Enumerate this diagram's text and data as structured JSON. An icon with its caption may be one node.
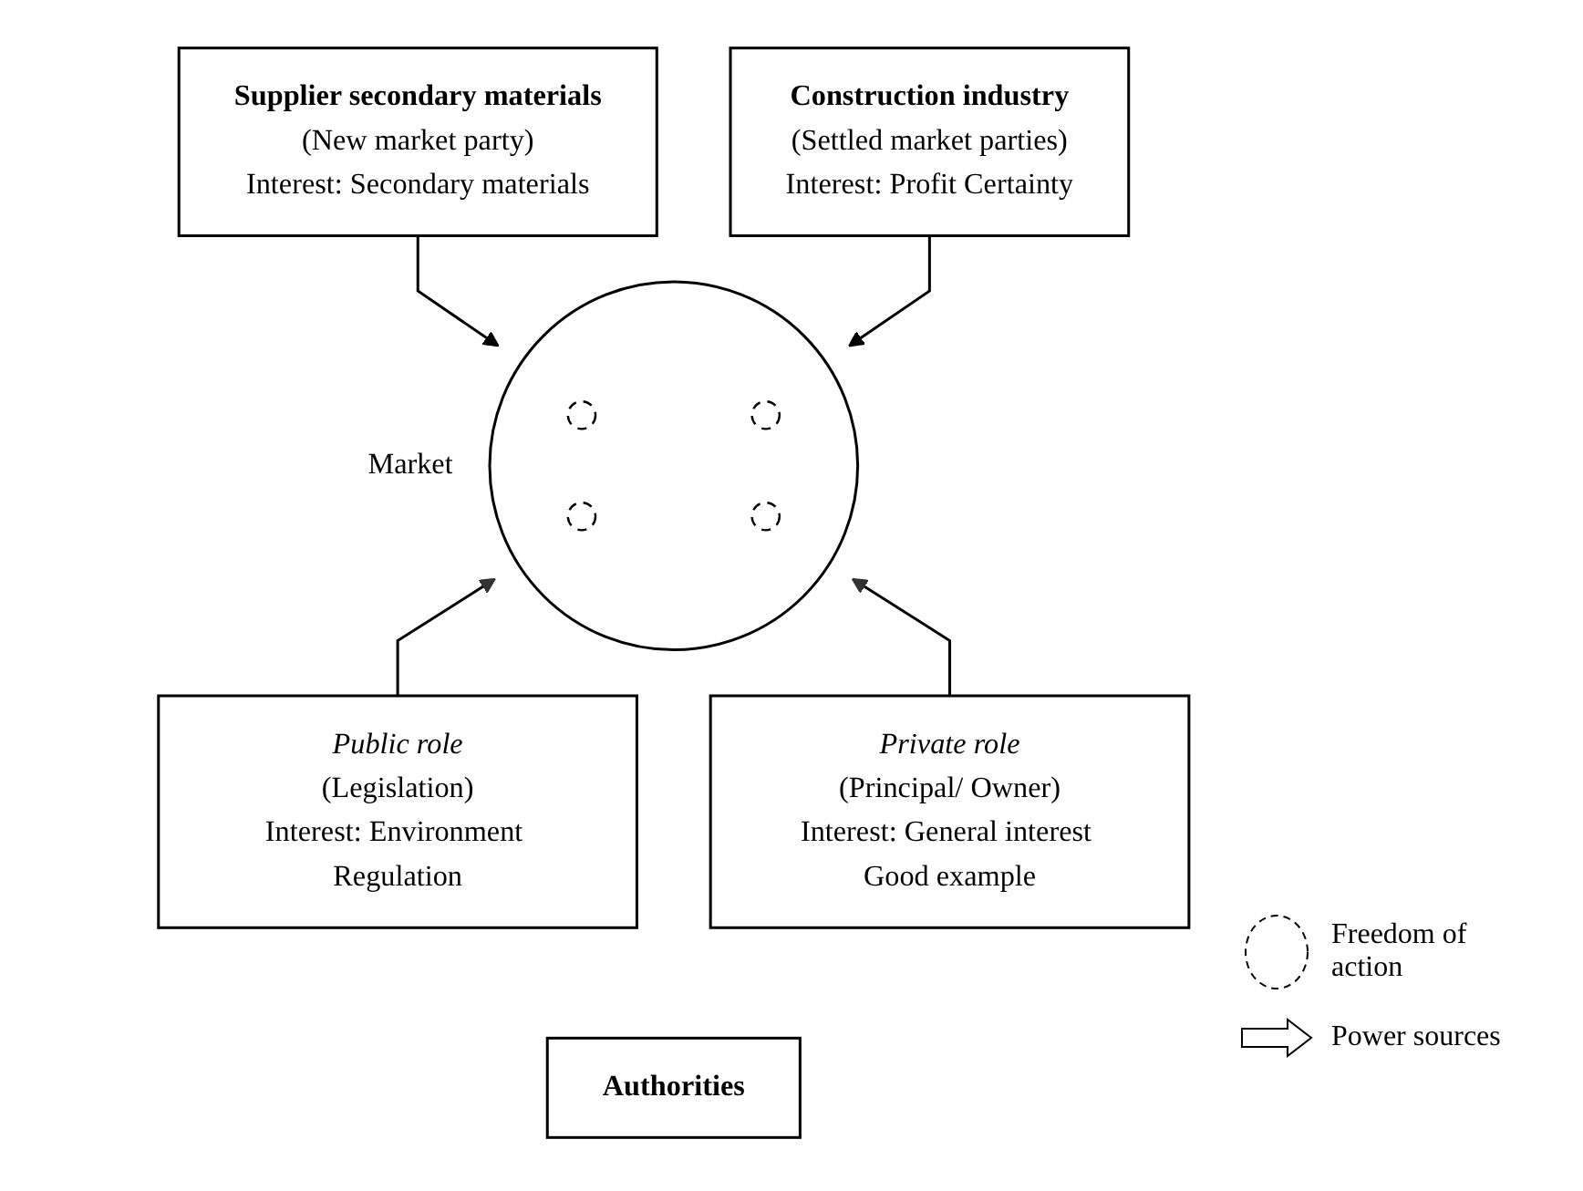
{
  "diagram": {
    "nodes": [
      {
        "text": [
          "Supplier secondary materials",
          "(New market party)",
          "Interest: Secondary materials"
        ]
      },
      {
        "text": [
          "Construction industry",
          "(Settled market parties)",
          "Interest: Profit Certainty"
        ]
      },
      {
        "text": [],
        "shape": "circle",
        "beside": [
          "Market"
        ]
      },
      {
        "text": [],
        "shape": "circle",
        "in": 2
      },
      {
        "text": [],
        "shape": "circle",
        "in": 2
      },
      {
        "text": [],
        "shape": "circle",
        "in": 2
      },
      {
        "text": [],
        "shape": "circle",
        "in": 2
      },
      {
        "text": [
          "Public role",
          "(Legislation)",
          "Interest: Environment Regulation"
        ]
      },
      {
        "text": [
          "Private role",
          "(Principal/ Owner)",
          "Interest: General interest Good example"
        ]
      },
      {
        "text": [
          "Authorities"
        ]
      }
    ],
    "edges": [
      {
        "from": 0,
        "to": 2,
        "arrow": "to"
      },
      {
        "from": 1,
        "to": 2,
        "arrow": "to"
      },
      {
        "from": 7,
        "to": 2,
        "arrow": "to"
      },
      {
        "from": 8,
        "to": 2,
        "arrow": "to"
      }
    ],
    "legend": [
      {
        "text": "Freedom of action"
      },
      {
        "text": "Power sources"
      }
    ]
  }
}
